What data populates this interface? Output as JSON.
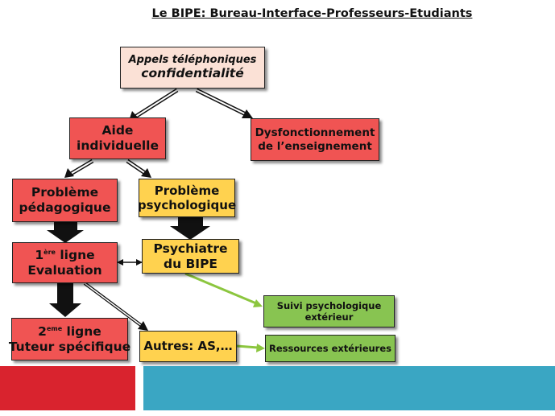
{
  "title": "Le BIPE: Bureau-Interface-Professeurs-Etudiants",
  "nodes": {
    "appels": {
      "line1": "Appels téléphoniques",
      "line2": "confidentialité"
    },
    "aide": {
      "line1": "Aide",
      "line2": "individuelle"
    },
    "dysfonctionnement": {
      "line1": "Dysfonctionnement",
      "line2": "de l’enseignement"
    },
    "probleme_pedagogique": {
      "line1": "Problème",
      "line2": "pédagogique"
    },
    "probleme_psychologique": {
      "line1": "Problème",
      "line2": "psychologique"
    },
    "premiere_ligne": {
      "num": "1",
      "sup": "ère",
      "rest": " ligne",
      "line2": "Evaluation"
    },
    "psychiatre": {
      "line1": "Psychiatre",
      "line2": "du BIPE"
    },
    "suivi": {
      "line1": "Suivi psychologique",
      "line2": "extérieur"
    },
    "deuxieme_ligne": {
      "num": "2",
      "sup": "eme",
      "rest": " ligne",
      "line2": "Tuteur spécifique"
    },
    "autres": {
      "line1": "Autres: AS,…"
    },
    "ressources": {
      "line1": "Ressources extérieures"
    }
  },
  "colors": {
    "red": "#f05453",
    "yellow": "#ffd24f",
    "green": "#88c451",
    "pink": "#fbe1d6",
    "band_red": "#d9232e",
    "band_blue": "#3aa6c3"
  }
}
